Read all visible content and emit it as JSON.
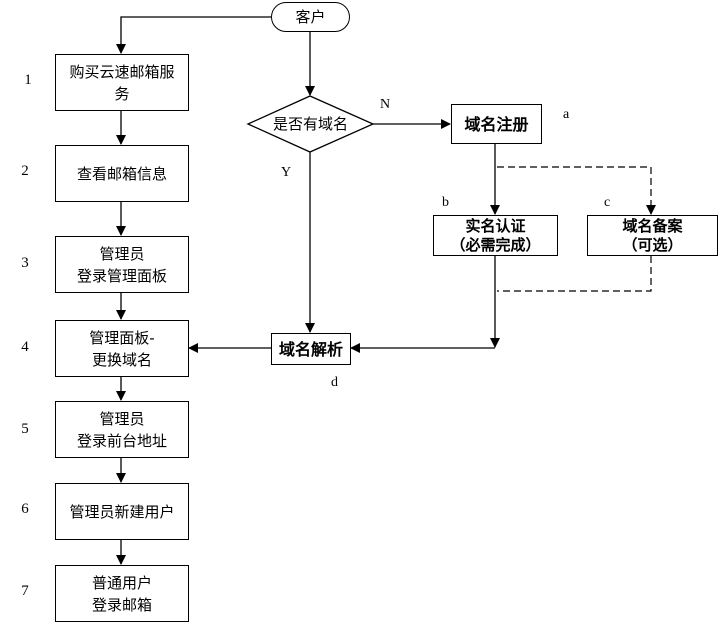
{
  "diagram": {
    "start": {
      "label": "客户"
    },
    "decision": {
      "label": "是否有域名",
      "yes_label": "Y",
      "no_label": "N"
    },
    "steps": [
      {
        "number": "1",
        "lines": [
          "购买云速邮箱服",
          "务"
        ]
      },
      {
        "number": "2",
        "lines": [
          "查看邮箱信息"
        ]
      },
      {
        "number": "3",
        "lines": [
          "管理员",
          "登录管理面板"
        ]
      },
      {
        "number": "4",
        "lines": [
          "管理面板-",
          "更换域名"
        ]
      },
      {
        "number": "5",
        "lines": [
          "管理员",
          "登录前台地址"
        ]
      },
      {
        "number": "6",
        "lines": [
          "管理员新建用户"
        ]
      },
      {
        "number": "7",
        "lines": [
          "普通用户",
          "登录邮箱"
        ]
      }
    ],
    "domain_registration": {
      "label": "域名注册",
      "tag": "a"
    },
    "real_name_auth": {
      "lines": [
        "实名认证",
        "（必需完成）"
      ],
      "tag": "b"
    },
    "domain_filing": {
      "lines": [
        "域名备案",
        "（可选）"
      ],
      "tag": "c"
    },
    "domain_resolution": {
      "label": "域名解析",
      "tag": "d"
    }
  }
}
